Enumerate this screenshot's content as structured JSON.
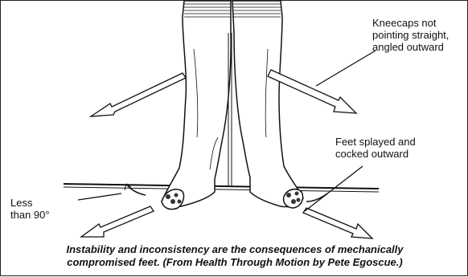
{
  "annotations": {
    "kneecaps": [
      "Kneecaps not",
      "pointing straight,",
      "angled outward"
    ],
    "feet": [
      "Feet splayed and",
      "cocked outward"
    ],
    "angle": [
      "Less",
      "than 90°"
    ]
  },
  "caption": {
    "line1": "Instability and inconsistency are the consequences of mechanically",
    "line2": "compromised feet. (From Health Through Motion by Pete Egoscue.)"
  }
}
